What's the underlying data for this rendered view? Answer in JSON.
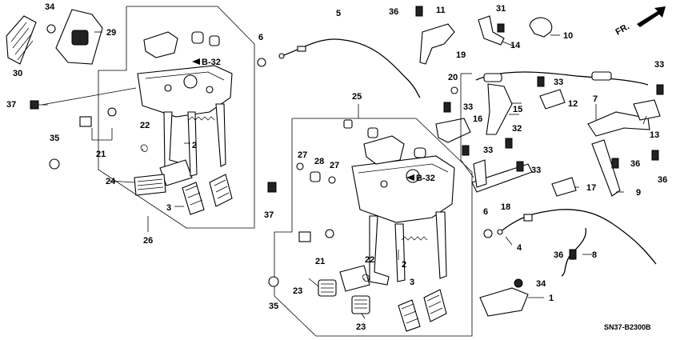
{
  "diagram_code": "SN37-B2300B",
  "direction_label": "FR.",
  "reference_label": "B-32",
  "callouts": {
    "c1": "1",
    "c2": "2",
    "c3": "3",
    "c4": "4",
    "c5": "5",
    "c6": "6",
    "c7": "7",
    "c8": "8",
    "c9": "9",
    "c10": "10",
    "c11": "11",
    "c12": "12",
    "c13": "13",
    "c14": "14",
    "c15": "15",
    "c16": "16",
    "c17": "17",
    "c18": "18",
    "c19": "19",
    "c20": "20",
    "c21": "21",
    "c22": "22",
    "c23": "23",
    "c24": "24",
    "c25": "25",
    "c26": "26",
    "c27": "27",
    "c28": "28",
    "c29": "29",
    "c30": "30",
    "c31": "31",
    "c32": "32",
    "c33": "33",
    "c34": "34",
    "c35": "35",
    "c36": "36",
    "c37": "37"
  }
}
